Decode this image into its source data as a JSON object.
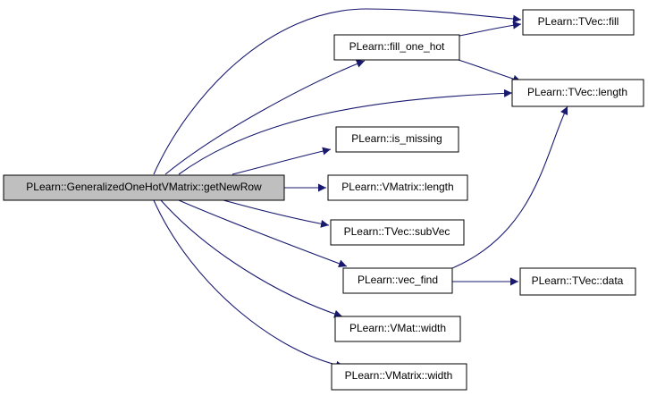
{
  "colors": {
    "edge": "#191970",
    "root_fill": "#bfbfbf",
    "node_fill": "#ffffff",
    "border": "#000000"
  },
  "nodes": {
    "getNewRow": "PLearn::GeneralizedOneHotVMatrix::getNewRow",
    "fill_one_hot": "PLearn::fill_one_hot",
    "tvec_fill": "PLearn::TVec::fill",
    "tvec_length": "PLearn::TVec::length",
    "is_missing": "PLearn::is_missing",
    "vmatrix_length": "PLearn::VMatrix::length",
    "tvec_subvec": "PLearn::TVec::subVec",
    "vec_find": "PLearn::vec_find",
    "tvec_data": "PLearn::TVec::data",
    "vmat_width": "PLearn::VMat::width",
    "vmatrix_width": "PLearn::VMatrix::width"
  },
  "edges": [
    [
      "getNewRow",
      "tvec_fill"
    ],
    [
      "getNewRow",
      "fill_one_hot"
    ],
    [
      "getNewRow",
      "tvec_length"
    ],
    [
      "getNewRow",
      "is_missing"
    ],
    [
      "getNewRow",
      "vmatrix_length"
    ],
    [
      "getNewRow",
      "tvec_subvec"
    ],
    [
      "getNewRow",
      "vec_find"
    ],
    [
      "getNewRow",
      "vmat_width"
    ],
    [
      "getNewRow",
      "vmatrix_width"
    ],
    [
      "fill_one_hot",
      "tvec_fill"
    ],
    [
      "fill_one_hot",
      "tvec_length"
    ],
    [
      "vec_find",
      "tvec_length"
    ],
    [
      "vec_find",
      "tvec_data"
    ]
  ]
}
